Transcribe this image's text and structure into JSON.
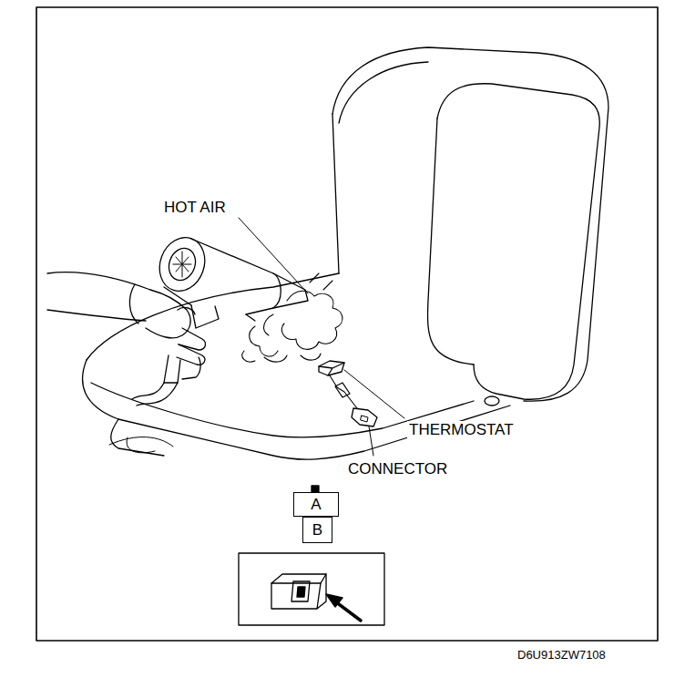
{
  "diagram": {
    "nodes": [
      {
        "text": [
          "A"
        ]
      },
      {
        "text": [
          "B"
        ]
      }
    ],
    "labels": [
      "HOT AIR",
      "THERMOSTAT",
      "CONNECTOR",
      "D6U913ZW7108"
    ]
  }
}
